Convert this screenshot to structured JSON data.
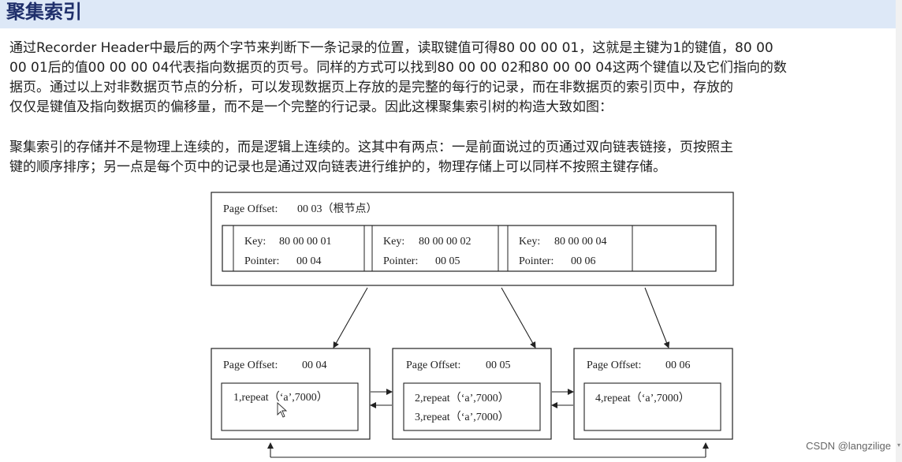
{
  "header": {
    "title": "聚集索引"
  },
  "paragraph1": {
    "lines": [
      "通过Recorder Header中最后的两个字节来判断下一条记录的位置，读取键值可得80 00 00 01，这就是主键为1的键值，80 00",
      "00 01后的值00 00 00 04代表指向数据页的页号。同样的方式可以找到80 00 00 02和80 00 00 04这两个键值以及它们指向的数",
      "据页。通过以上对非数据页节点的分析，可以发现数据页上存放的是完整的每行的记录，而在非数据页的索引页中，存放的",
      "仅仅是键值及指向数据页的偏移量，而不是一个完整的行记录。因此这棵聚集索引树的构造大致如图："
    ]
  },
  "paragraph2": {
    "lines": [
      "聚集索引的存储并不是物理上连续的，而是逻辑上连续的。这其中有两点：一是前面说过的页通过双向链表链接，页按照主",
      "键的顺序排序；另一点是每个页中的记录也是通过双向链表进行维护的，物理存储上可以同样不按照主键存储。"
    ]
  },
  "diagram": {
    "root": {
      "offset_label": "Page Offset:",
      "offset_value": "00 03（根节点）",
      "entries": [
        {
          "key_label": "Key:",
          "key": "80 00 00 01",
          "pointer_label": "Pointer:",
          "pointer": "00 04"
        },
        {
          "key_label": "Key:",
          "key": "80 00 00 02",
          "pointer_label": "Pointer:",
          "pointer": "00 05"
        },
        {
          "key_label": "Key:",
          "key": "80 00 00 04",
          "pointer_label": "Pointer:",
          "pointer": "00 06"
        }
      ]
    },
    "leaves": [
      {
        "offset_label": "Page Offset:",
        "offset_value": "00 04",
        "rows": [
          "1,repeat（‘a’,7000）"
        ]
      },
      {
        "offset_label": "Page Offset:",
        "offset_value": "00 05",
        "rows": [
          "2,repeat（‘a’,7000）",
          "3,repeat（‘a’,7000）"
        ]
      },
      {
        "offset_label": "Page Offset:",
        "offset_value": "00 06",
        "rows": [
          "4,repeat（‘a’,7000）"
        ]
      }
    ]
  },
  "watermark": "CSDN @langzilige"
}
